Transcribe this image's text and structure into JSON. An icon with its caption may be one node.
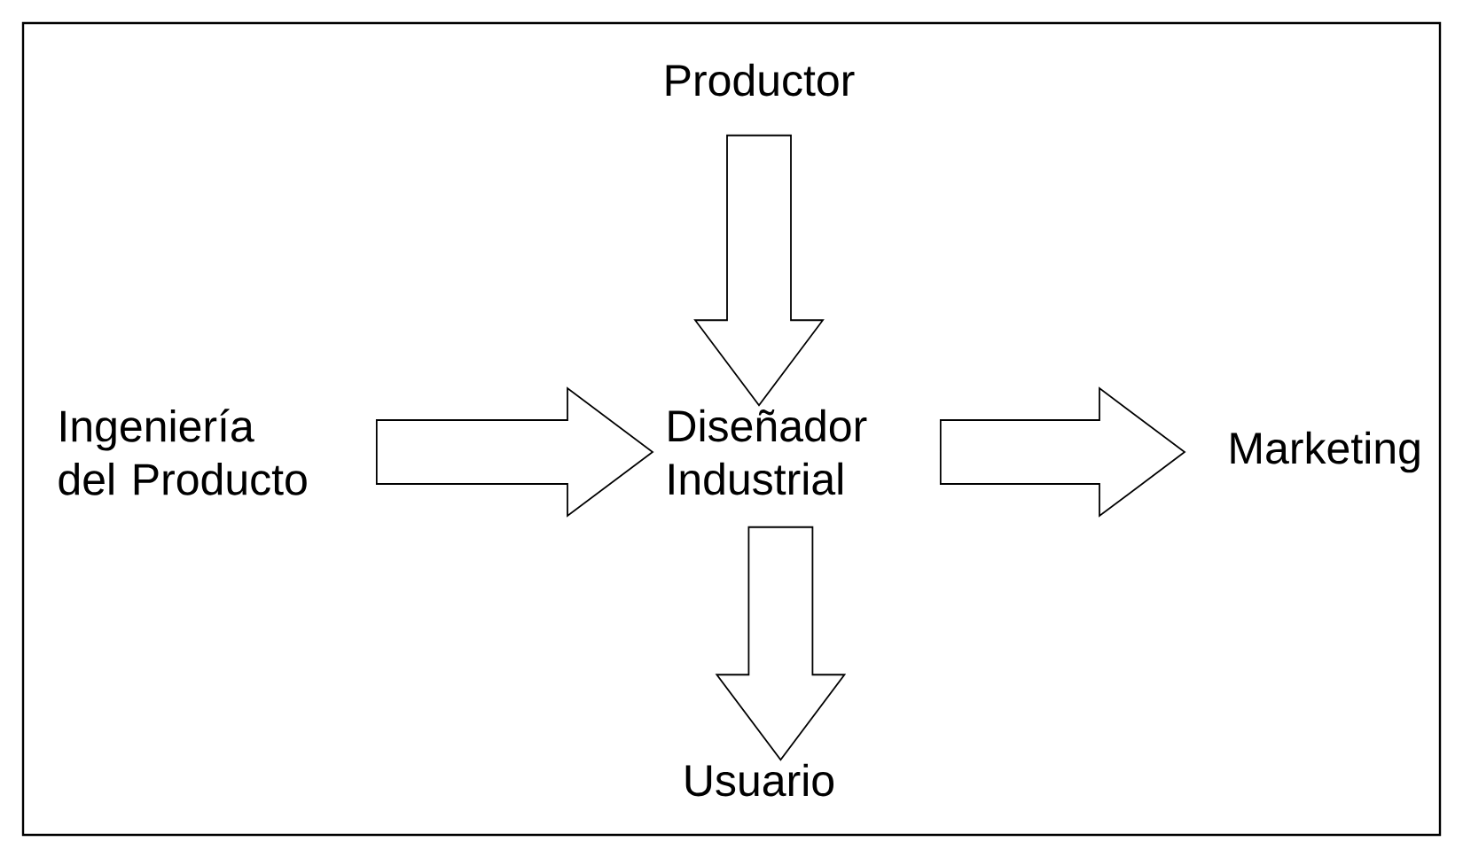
{
  "diagram": {
    "nodes": [
      {
        "text": [
          "Productor"
        ]
      },
      {
        "text": [
          "Ingeniería del Producto"
        ]
      },
      {
        "text": [
          "Diseñador Industrial"
        ]
      },
      {
        "text": [
          "Marketing"
        ]
      },
      {
        "text": [
          "Usuario"
        ]
      }
    ],
    "edges": [
      {
        "from": 0,
        "to": 2,
        "arrow": "to"
      },
      {
        "from": 1,
        "to": 2,
        "arrow": "to"
      },
      {
        "from": 2,
        "to": 3,
        "arrow": "to"
      },
      {
        "from": 2,
        "to": 4,
        "arrow": "to"
      }
    ]
  }
}
